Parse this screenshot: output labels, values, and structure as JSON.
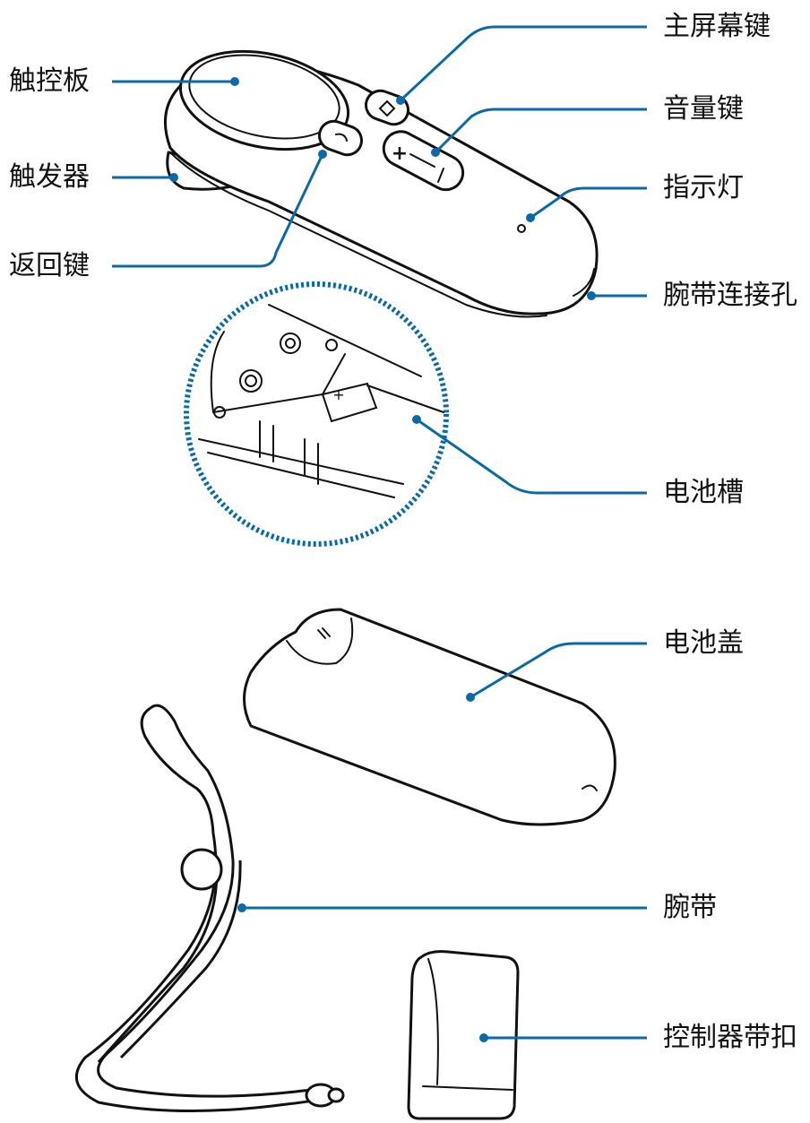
{
  "colors": {
    "leader": "#0a6aa8",
    "outline": "#111111",
    "background": "#ffffff"
  },
  "labels": {
    "touchpad": "触控板",
    "trigger": "触发器",
    "back_key": "返回键",
    "home_key": "主屏幕键",
    "volume_key": "音量键",
    "indicator_light": "指示灯",
    "strap_hole": "腕带连接孔",
    "battery_slot": "电池槽",
    "battery_cover": "电池盖",
    "strap": "腕带",
    "strap_holder": "控制器带扣"
  },
  "button_glyphs": {
    "plus": "+",
    "battery_plus": "+"
  }
}
